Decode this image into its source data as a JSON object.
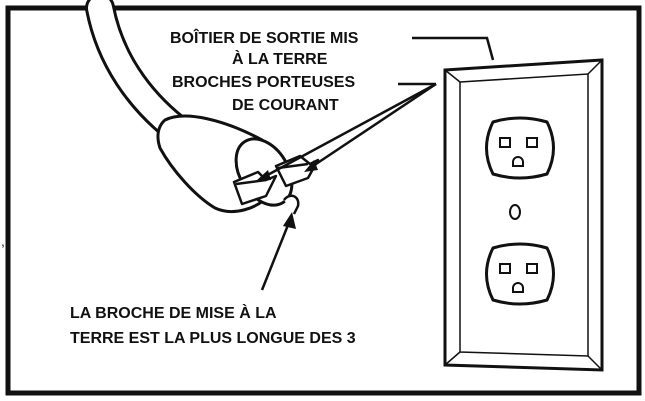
{
  "diagram": {
    "labels": {
      "grounded_box_line1": "BOÎTIER DE SORTIE MIS",
      "grounded_box_line2": "À LA TERRE",
      "current_pins_line1": "BROCHES PORTEUSES",
      "current_pins_line2": "DE COURANT",
      "ground_pin_line1": "LA BROCHE DE MISE À LA",
      "ground_pin_line2": "TERRE EST LA PLUS LONGUE DES 3"
    },
    "edge_mark": ","
  }
}
